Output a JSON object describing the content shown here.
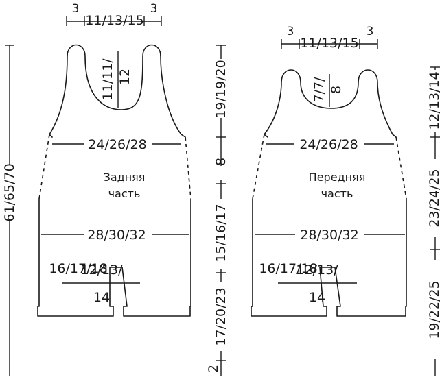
{
  "back": {
    "top": {
      "left_strap": "3",
      "neck": "11/13/15",
      "right_strap": "3"
    },
    "neck_depth": {
      "line1": "11/11/",
      "line2": "12"
    },
    "chest": "24/26/28",
    "title": {
      "line1": "Задняя",
      "line2": "часть"
    },
    "hip": "28/30/32",
    "crotch": "16/17/18",
    "leg": {
      "line1": "12/13/",
      "line2": "14"
    },
    "total_height": "61/65/70",
    "right_scale": {
      "armhole": "19/19/20",
      "upper": "8",
      "body": "15/16/17",
      "leg": "17/20/23",
      "hem": "2"
    }
  },
  "front": {
    "top": {
      "left_strap": "3",
      "neck": "11/13/15",
      "right_strap": "3"
    },
    "neck_depth": {
      "line1": "7/7/",
      "line2": "8"
    },
    "chest": "24/26/28",
    "title": {
      "line1": "Передняя",
      "line2": "часть"
    },
    "hip": "28/30/32",
    "crotch": "16/17/18",
    "leg": {
      "line1": "12/13/",
      "line2": "14"
    },
    "right_scale": {
      "armhole": "12/13/14",
      "body": "23/24/25",
      "leg": "19/22/25"
    }
  }
}
